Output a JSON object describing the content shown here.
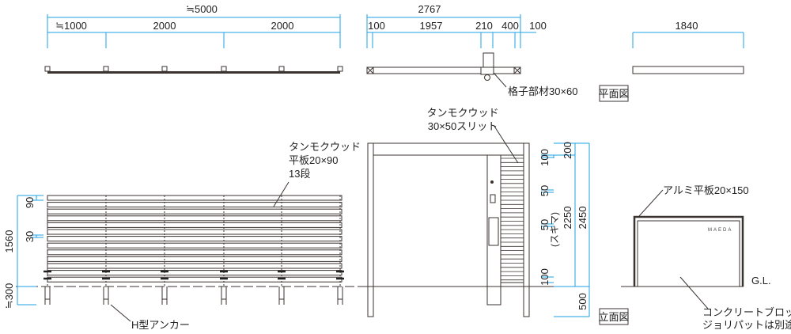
{
  "plan_left": {
    "total": "≒5000",
    "dims": [
      "≒1000",
      "2000",
      "2000"
    ]
  },
  "plan_mid": {
    "total": "2767",
    "dims": [
      "100",
      "1957",
      "210",
      "400",
      "100"
    ],
    "member_label": "格子部材30×60"
  },
  "plan_right": {
    "dim": "1840"
  },
  "plan_title": "平面図",
  "elev_left": {
    "label_lines": [
      "タンモクウッド",
      "平板20×90",
      "13段"
    ],
    "anchor_label": "H型アンカー",
    "dims": {
      "height": "1560",
      "depth": "≒300",
      "board": "90",
      "gap": "30"
    },
    "slat_count": 13
  },
  "elev_mid": {
    "label_lines": [
      "タンモクウッド",
      "30×50スリット"
    ],
    "dims": {
      "top": "200",
      "height": "2250",
      "total": "2450",
      "footing": "500",
      "s1": "100",
      "s2": "50",
      "s3": "50",
      "gap_note": "(スキマ)",
      "s4": "100"
    }
  },
  "elev_title": "立面図",
  "elev_right": {
    "label": "アルミ平板20×150",
    "brand": "MAEDA",
    "gl": "G.L.",
    "note_lines": [
      "コンクリートブロック",
      "ジョリパットは別途"
    ]
  }
}
